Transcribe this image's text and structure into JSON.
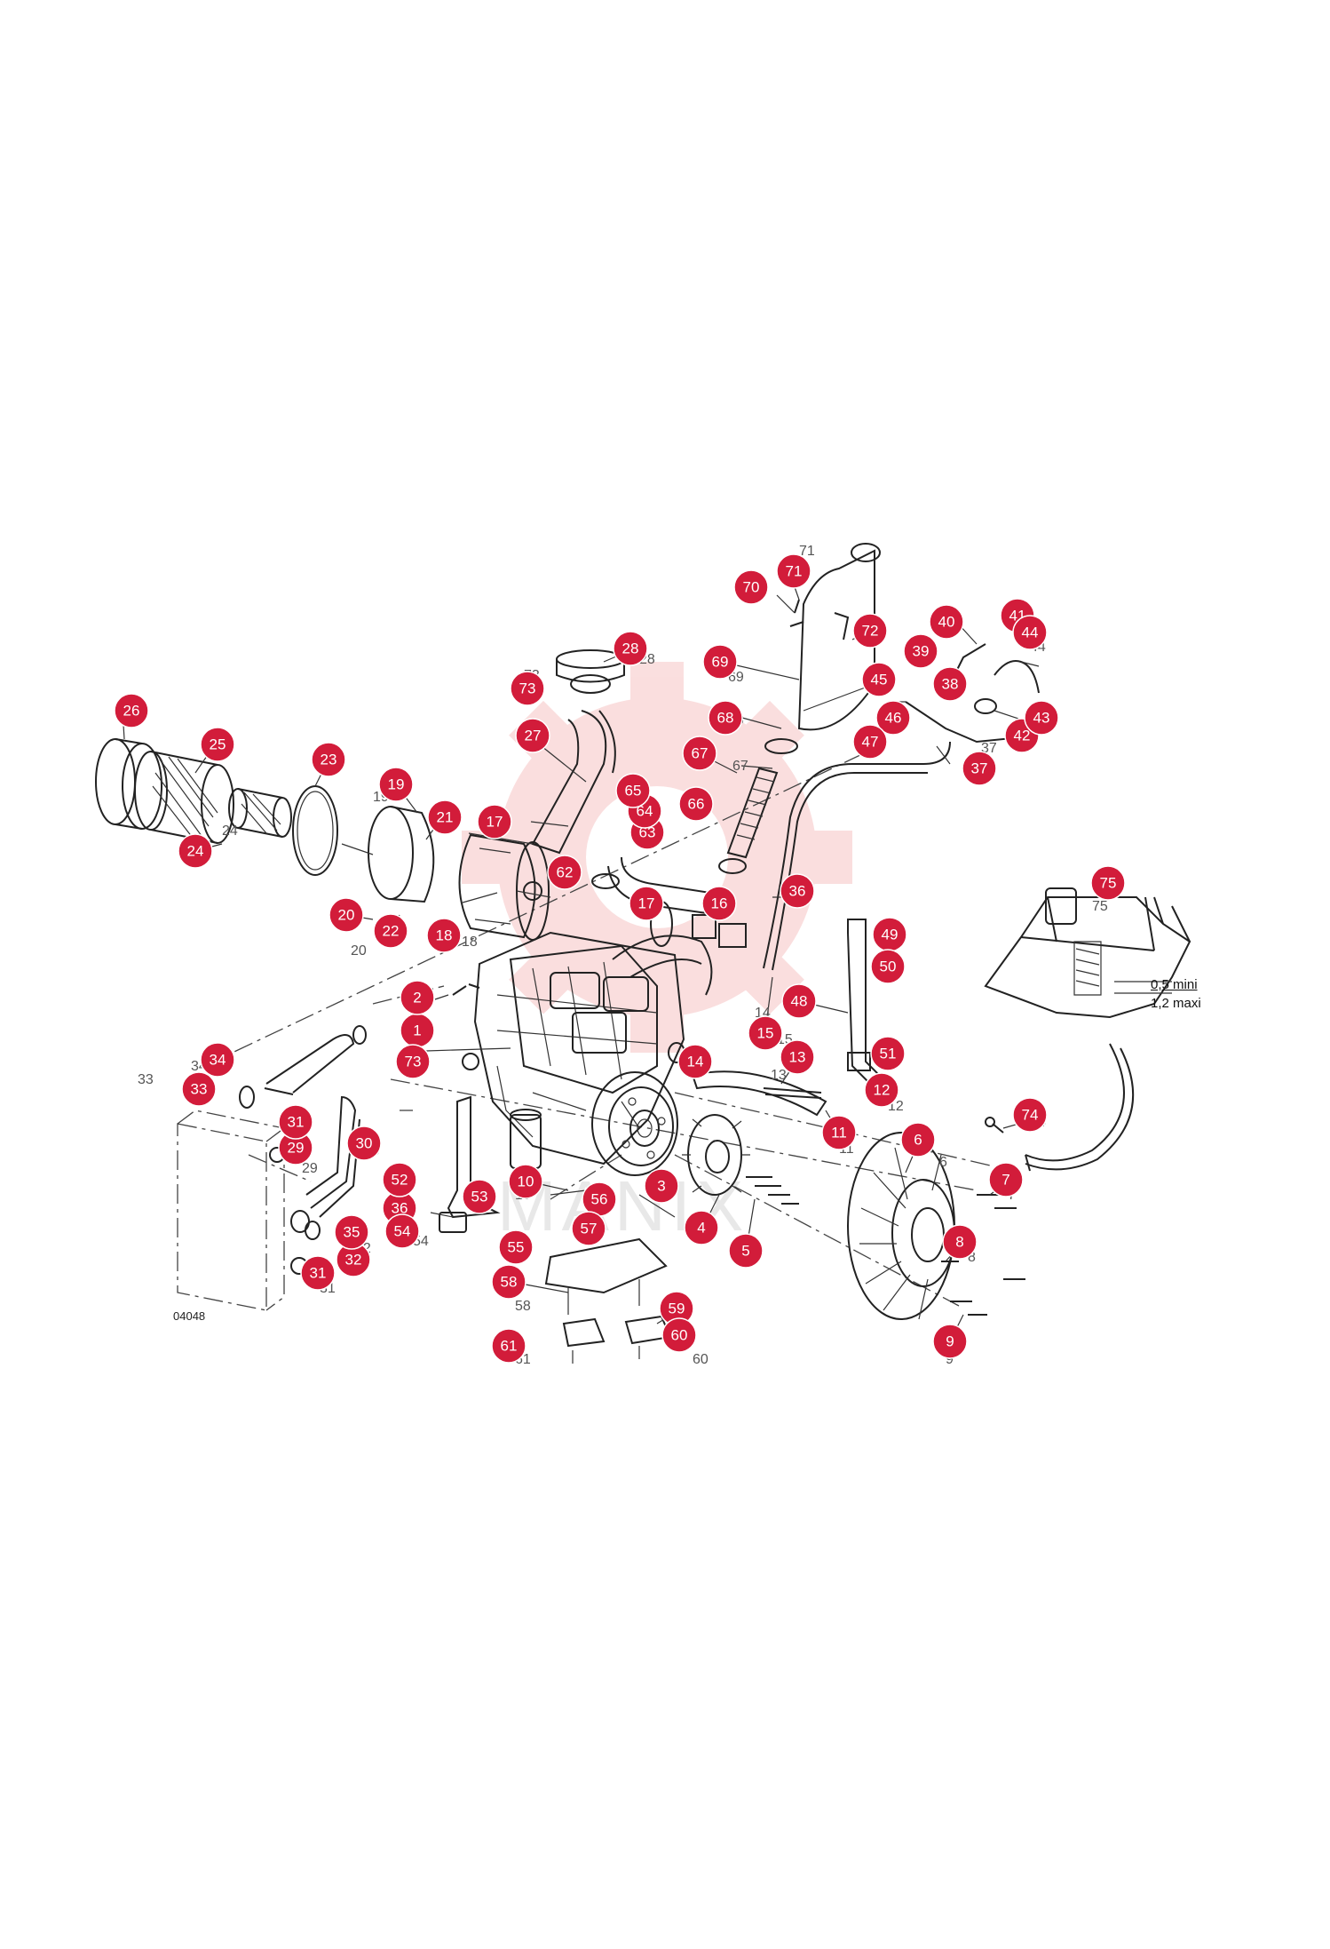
{
  "figure_code": "04048",
  "detail_tolerance": {
    "min": "0,5 mini",
    "max": "1,2 maxi"
  },
  "watermark_text": "MANIX",
  "colors": {
    "callout": "#d21c3a",
    "watermark": "#f2c3c3"
  },
  "callouts": [
    {
      "id": "c1",
      "label": "1"
    },
    {
      "id": "c2",
      "label": "2"
    },
    {
      "id": "c3",
      "label": "3"
    },
    {
      "id": "c4",
      "label": "4"
    },
    {
      "id": "c5",
      "label": "5"
    },
    {
      "id": "c6",
      "label": "6"
    },
    {
      "id": "c7",
      "label": "7"
    },
    {
      "id": "c8",
      "label": "8"
    },
    {
      "id": "c9",
      "label": "9"
    },
    {
      "id": "c10",
      "label": "10"
    },
    {
      "id": "c11",
      "label": "11"
    },
    {
      "id": "c12",
      "label": "12"
    },
    {
      "id": "c13",
      "label": "13"
    },
    {
      "id": "c14",
      "label": "14"
    },
    {
      "id": "c15",
      "label": "15"
    },
    {
      "id": "c16",
      "label": "16"
    },
    {
      "id": "c17a",
      "label": "17"
    },
    {
      "id": "c17b",
      "label": "17"
    },
    {
      "id": "c18",
      "label": "18"
    },
    {
      "id": "c19",
      "label": "19"
    },
    {
      "id": "c20",
      "label": "20"
    },
    {
      "id": "c21",
      "label": "21"
    },
    {
      "id": "c22",
      "label": "22"
    },
    {
      "id": "c23",
      "label": "23"
    },
    {
      "id": "c24",
      "label": "24"
    },
    {
      "id": "c25",
      "label": "25"
    },
    {
      "id": "c26",
      "label": "26"
    },
    {
      "id": "c27",
      "label": "27"
    },
    {
      "id": "c28",
      "label": "28"
    },
    {
      "id": "c29",
      "label": "29"
    },
    {
      "id": "c30",
      "label": "30"
    },
    {
      "id": "c31a",
      "label": "31"
    },
    {
      "id": "c31b",
      "label": "31"
    },
    {
      "id": "c32",
      "label": "32"
    },
    {
      "id": "c33",
      "label": "33"
    },
    {
      "id": "c34",
      "label": "34"
    },
    {
      "id": "c35",
      "label": "35"
    },
    {
      "id": "c36a",
      "label": "36"
    },
    {
      "id": "c36b",
      "label": "36"
    },
    {
      "id": "c37",
      "label": "37"
    },
    {
      "id": "c38",
      "label": "38"
    },
    {
      "id": "c39",
      "label": "39"
    },
    {
      "id": "c40",
      "label": "40"
    },
    {
      "id": "c41",
      "label": "41"
    },
    {
      "id": "c42",
      "label": "42"
    },
    {
      "id": "c43",
      "label": "43"
    },
    {
      "id": "c44",
      "label": "44"
    },
    {
      "id": "c45",
      "label": "45"
    },
    {
      "id": "c46",
      "label": "46"
    },
    {
      "id": "c47",
      "label": "47"
    },
    {
      "id": "c48",
      "label": "48"
    },
    {
      "id": "c49",
      "label": "49"
    },
    {
      "id": "c50",
      "label": "50"
    },
    {
      "id": "c51",
      "label": "51"
    },
    {
      "id": "c52",
      "label": "52"
    },
    {
      "id": "c53",
      "label": "53"
    },
    {
      "id": "c54",
      "label": "54"
    },
    {
      "id": "c55",
      "label": "55"
    },
    {
      "id": "c56",
      "label": "56"
    },
    {
      "id": "c57",
      "label": "57"
    },
    {
      "id": "c58",
      "label": "58"
    },
    {
      "id": "c59",
      "label": "59"
    },
    {
      "id": "c60",
      "label": "60"
    },
    {
      "id": "c61",
      "label": "61"
    },
    {
      "id": "c62",
      "label": "62"
    },
    {
      "id": "c63",
      "label": "63"
    },
    {
      "id": "c64",
      "label": "64"
    },
    {
      "id": "c65",
      "label": "65"
    },
    {
      "id": "c66",
      "label": "66"
    },
    {
      "id": "c67",
      "label": "67"
    },
    {
      "id": "c68",
      "label": "68"
    },
    {
      "id": "c69",
      "label": "69"
    },
    {
      "id": "c70",
      "label": "70"
    },
    {
      "id": "c71",
      "label": "71"
    },
    {
      "id": "c72",
      "label": "72"
    },
    {
      "id": "c73a",
      "label": "73"
    },
    {
      "id": "c73b",
      "label": "73"
    },
    {
      "id": "c74",
      "label": "74"
    },
    {
      "id": "c75",
      "label": "75"
    }
  ]
}
